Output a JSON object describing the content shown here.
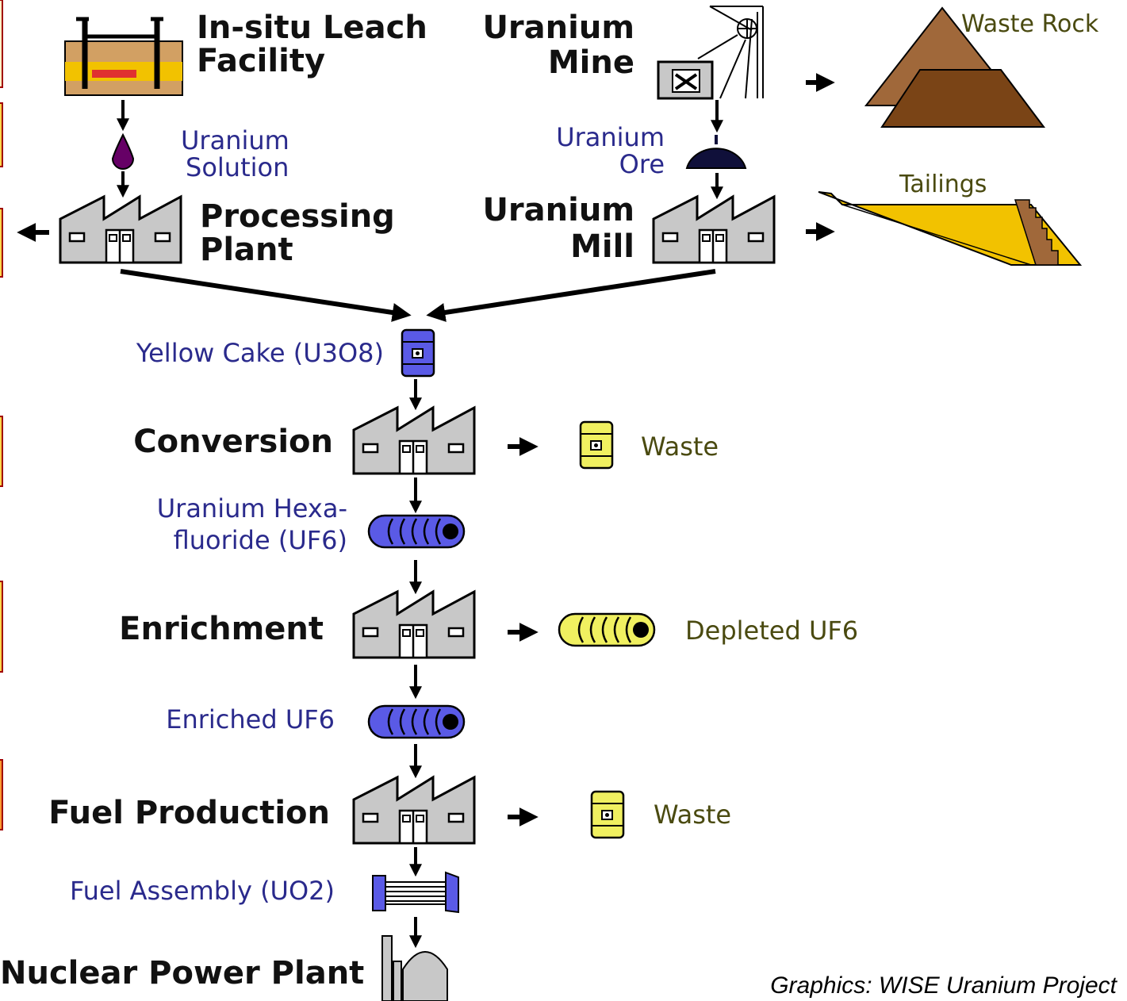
{
  "stages": {
    "insitu_1": "In-situ Leach",
    "insitu_2": "Facility",
    "mine_1": "Uranium",
    "mine_2": "Mine",
    "processing_1": "Processing",
    "processing_2": "Plant",
    "mill_1": "Uranium",
    "mill_2": "Mill",
    "conversion": "Conversion",
    "enrichment": "Enrichment",
    "fuel_production": "Fuel Production",
    "npp": "Nuclear Power Plant"
  },
  "products": {
    "solution_1": "Uranium",
    "solution_2": "Solution",
    "ore_1": "Uranium",
    "ore_2": "Ore",
    "yellow_cake": "Yellow Cake (U3O8)",
    "uf6_1": "Uranium Hexa-",
    "uf6_2": "fluoride (UF6)",
    "enriched": "Enriched UF6",
    "fuel_assembly": "Fuel Assembly (UO2)"
  },
  "wastes": {
    "waste_rock": "Waste Rock",
    "tailings": "Tailings",
    "conversion_waste": "Waste",
    "depleted": "Depleted UF6",
    "fuel_waste": "Waste"
  },
  "credit": "Graphics: WISE  Uranium Project",
  "colors": {
    "factory_fill": "#c8c8c8",
    "product_text": "#2a2a8c",
    "waste_text": "#4a4a10",
    "cylinder_blue": "#5a5ae6",
    "cylinder_yellow": "#f0f060",
    "tailings": "#f2c200",
    "rock_light": "#a0683a",
    "rock_dark": "#7a4416"
  }
}
